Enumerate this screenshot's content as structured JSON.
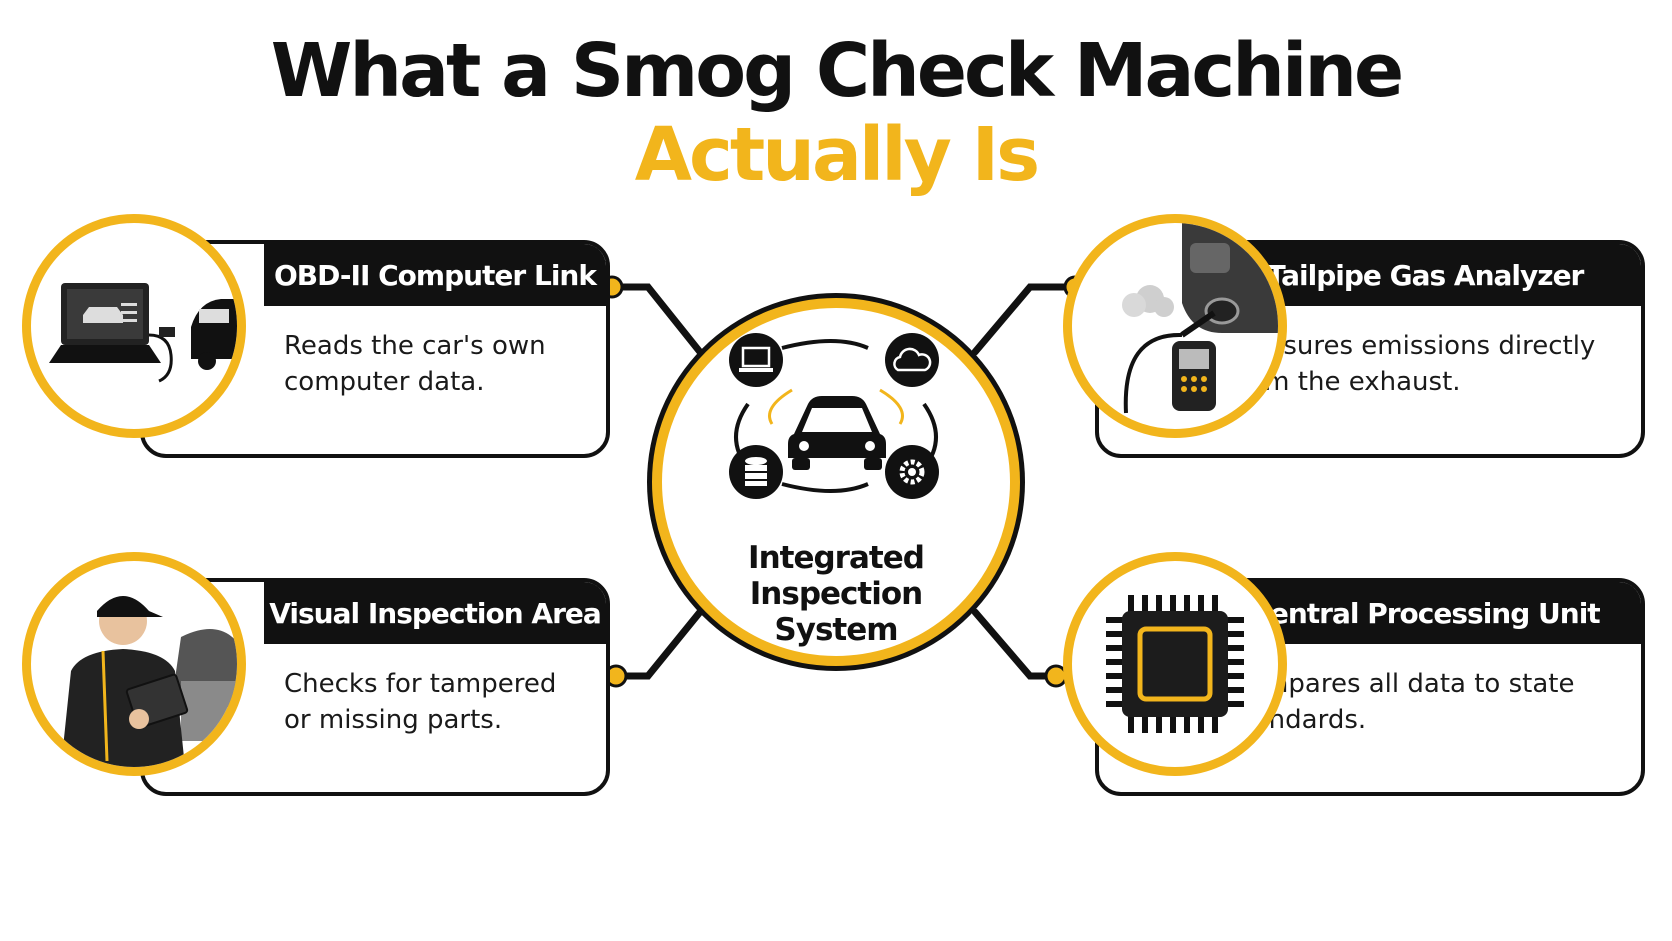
{
  "title": {
    "line1": "What a Smog Check Machine",
    "line2": "Actually Is"
  },
  "hub": {
    "label": [
      "Integrated",
      "Inspection",
      "System"
    ]
  },
  "cards": {
    "obd": {
      "title": "OBD-II Computer Link",
      "body": "Reads the car's own computer data."
    },
    "tailpipe": {
      "title": "Tailpipe Gas Analyzer",
      "body": "Measures emissions directly from the exhaust."
    },
    "visual": {
      "title": "Visual Inspection Area",
      "body": "Checks for tampered or missing parts."
    },
    "cpu": {
      "title": "Central Processing Unit",
      "body": "Compares all data to state standards."
    }
  },
  "colors": {
    "accent": "#f2b51c",
    "dark": "#111111"
  },
  "icons": [
    "laptop-icon",
    "cloud-icon",
    "car-icon",
    "database-icon",
    "gear-icon",
    "mechanic-icon",
    "tailpipe-analyzer-icon",
    "chip-icon"
  ]
}
